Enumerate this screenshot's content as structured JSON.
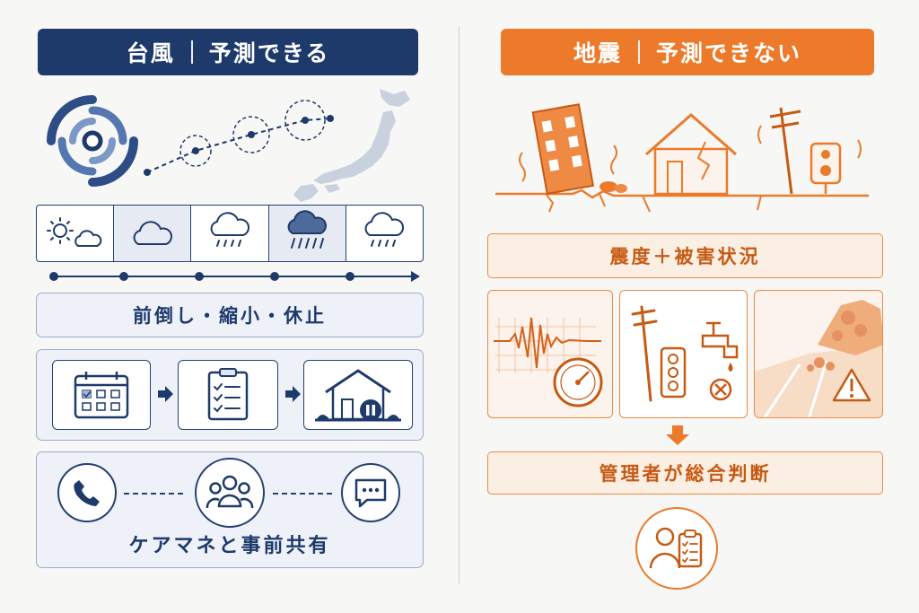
{
  "left": {
    "header": {
      "main": "台風",
      "sub": "予測できる"
    },
    "weather_icons": [
      "sun-cloud-icon",
      "cloud-icon",
      "rain-cloud-icon",
      "heavy-rain-cloud-icon",
      "rain-cloud-icon"
    ],
    "actions_label": "前倒し・縮小・休止",
    "flow_icons": [
      "calendar-icon",
      "checklist-icon",
      "facility-pause-icon"
    ],
    "share_label": "ケアマネと事前共有",
    "share_icons": [
      "phone-icon",
      "group-icon",
      "chat-icon"
    ],
    "colors": {
      "navy": "#1e3a6b",
      "box_fill": "#eef2f8"
    }
  },
  "right": {
    "header": {
      "main": "地震",
      "sub": "予測できない"
    },
    "damage_label": "震度＋被害状況",
    "evidence_icons": [
      "seismograph-icon",
      "utility-pole-icon",
      "landslide-warning-icon"
    ],
    "judgment_label": "管理者が総合判断",
    "manager_icon": "manager-checklist-icon",
    "colors": {
      "orange": "#ec7a2a",
      "box_fill": "#fbeee3"
    }
  }
}
